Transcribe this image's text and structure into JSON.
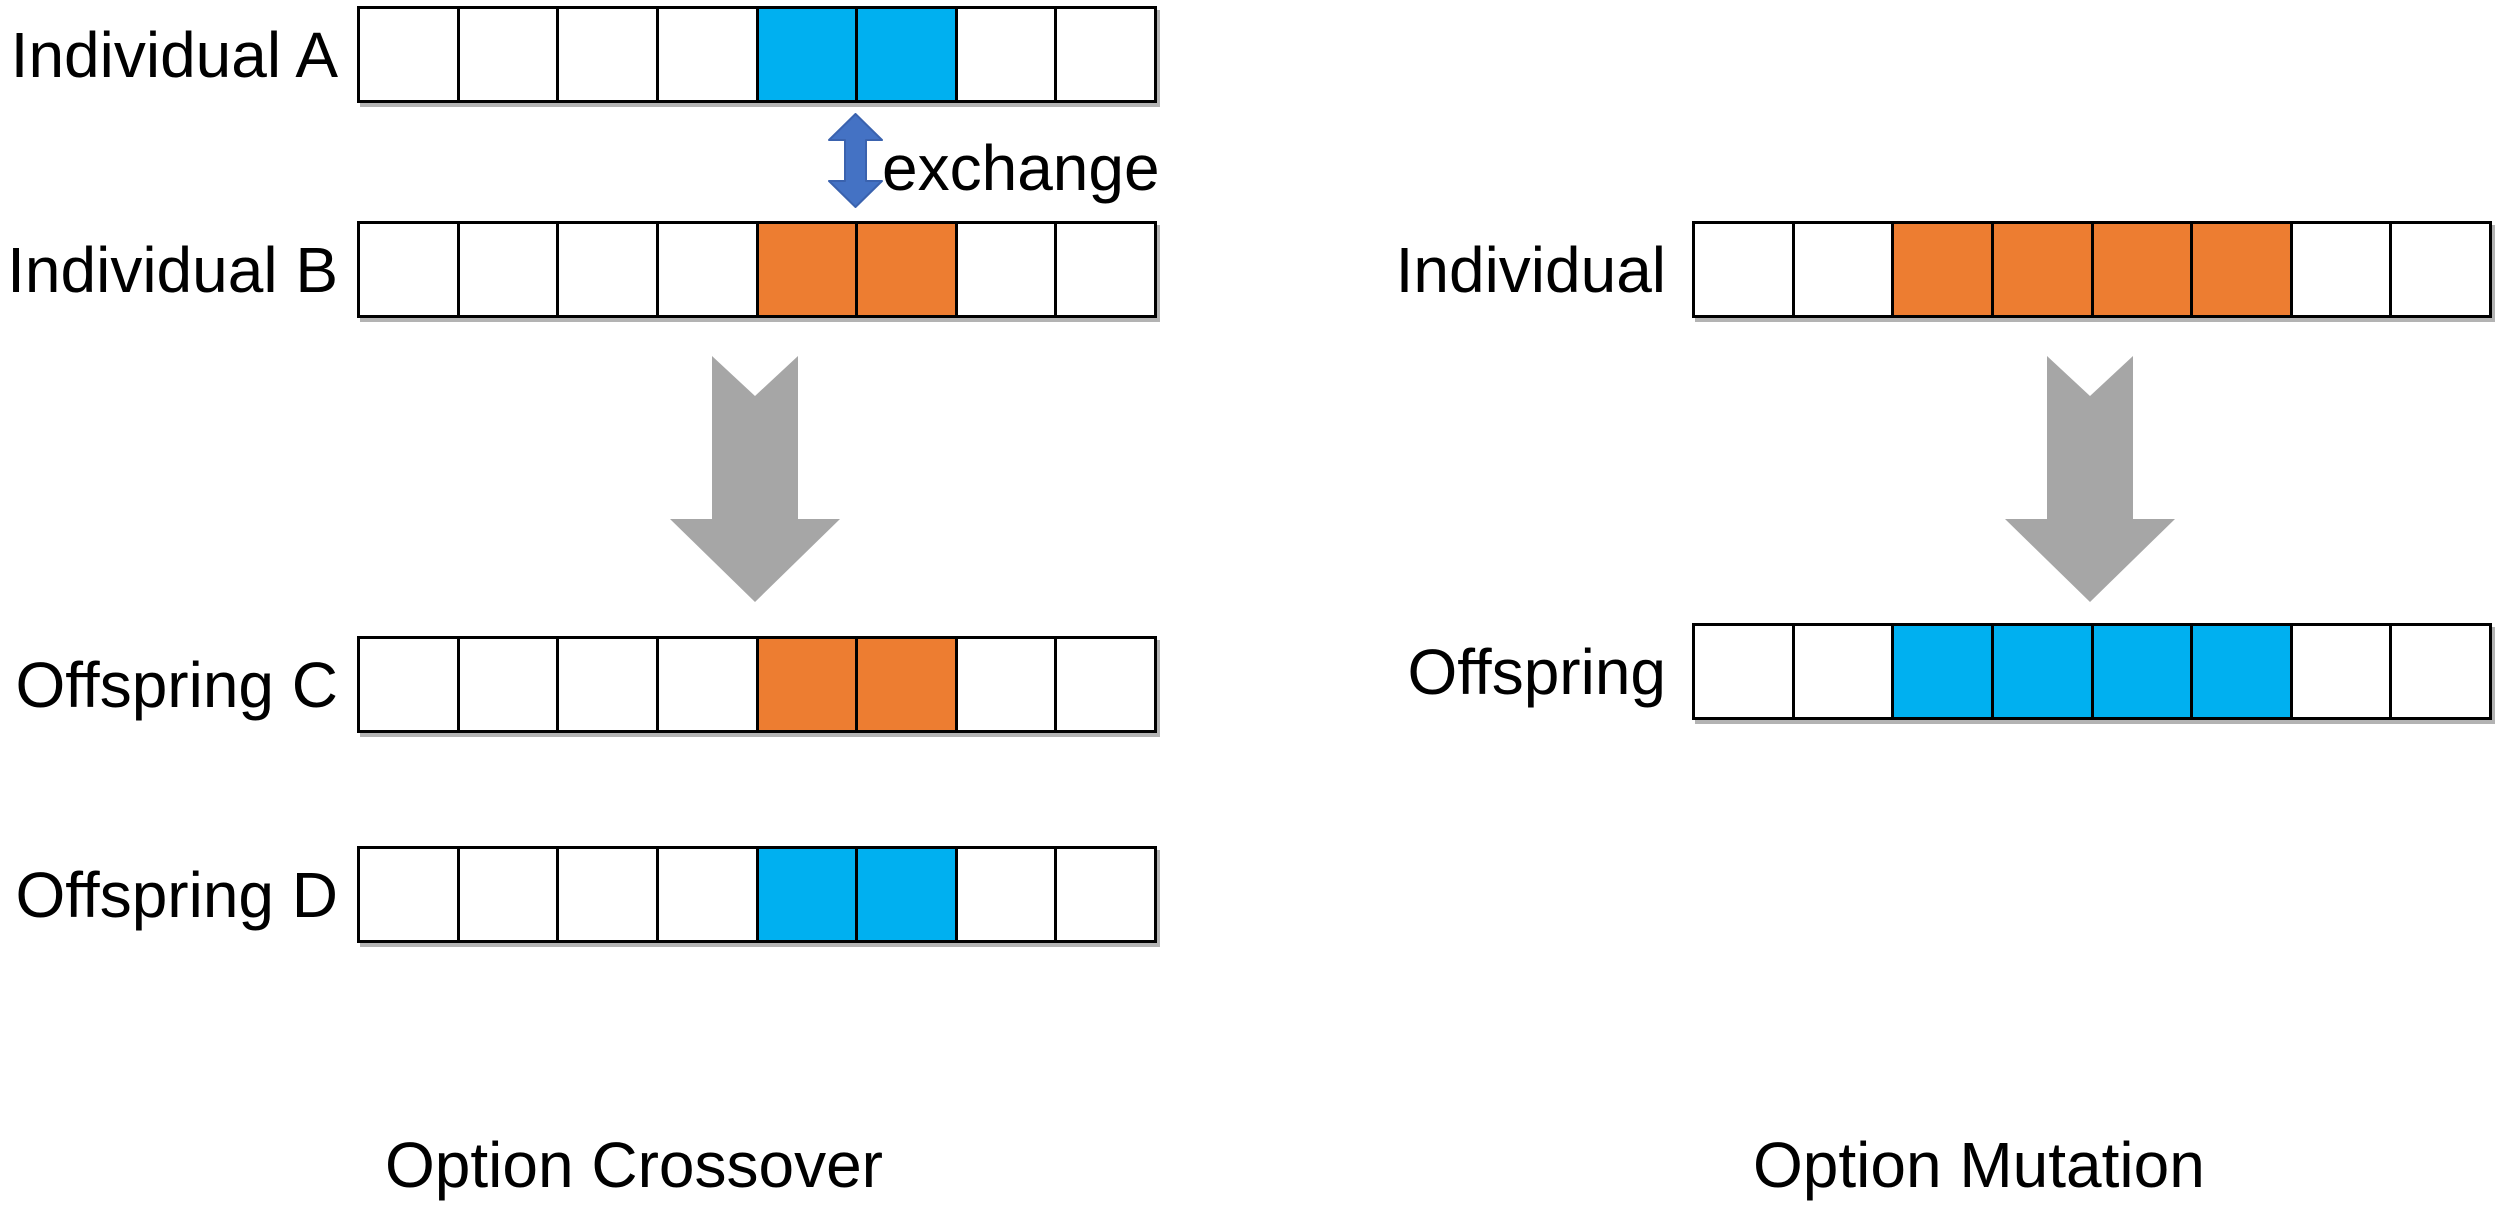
{
  "colors": {
    "cell_blue": "#00B0F0",
    "cell_orange": "#ED7D31",
    "arrow_blue": "#4472C4",
    "arrow_gray": "#A6A6A6",
    "border_black": "#000000"
  },
  "crossover": {
    "caption": "Option Crossover",
    "exchange_label": "exchange",
    "rows": [
      {
        "label": "Individual A",
        "cells": [
          "white",
          "white",
          "white",
          "white",
          "blue",
          "blue",
          "white",
          "white"
        ]
      },
      {
        "label": "Individual B",
        "cells": [
          "white",
          "white",
          "white",
          "white",
          "orange",
          "orange",
          "white",
          "white"
        ]
      },
      {
        "label": "Offspring C",
        "cells": [
          "white",
          "white",
          "white",
          "white",
          "orange",
          "orange",
          "white",
          "white"
        ]
      },
      {
        "label": "Offspring D",
        "cells": [
          "white",
          "white",
          "white",
          "white",
          "blue",
          "blue",
          "white",
          "white"
        ]
      }
    ]
  },
  "mutation": {
    "caption": "Option Mutation",
    "rows": [
      {
        "label": "Individual",
        "cells": [
          "white",
          "white",
          "orange",
          "orange",
          "orange",
          "orange",
          "white",
          "white"
        ]
      },
      {
        "label": "Offspring",
        "cells": [
          "white",
          "white",
          "blue",
          "blue",
          "blue",
          "blue",
          "white",
          "white"
        ]
      }
    ]
  }
}
